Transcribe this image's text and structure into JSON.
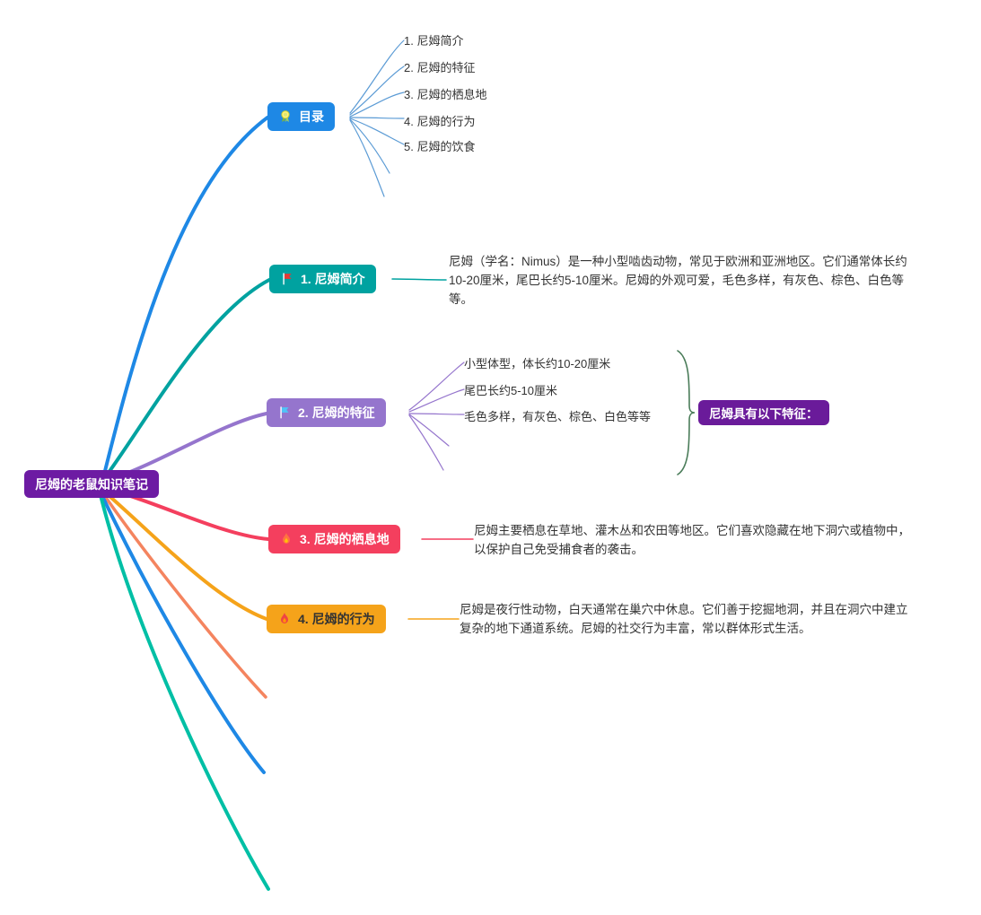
{
  "root": {
    "label": "尼姆的老鼠知识笔记"
  },
  "toc": {
    "label": "目录",
    "icon": "medal-icon",
    "items": [
      "1. 尼姆简介",
      "2. 尼姆的特征",
      "3. 尼姆的栖息地",
      "4. 尼姆的行为",
      "5. 尼姆的饮食"
    ]
  },
  "intro": {
    "label": "1. 尼姆简介",
    "icon": "red-flag-icon",
    "note": "尼姆（学名：Nimus）是一种小型啮齿动物，常见于欧洲和亚洲地区。它们通常体长约10-20厘米，尾巴长约5-10厘米。尼姆的外观可爱，毛色多样，有灰色、棕色、白色等等。"
  },
  "features": {
    "label": "2. 尼姆的特征",
    "icon": "blue-flag-icon",
    "items": [
      "小型体型，体长约10-20厘米",
      "尾巴长约5-10厘米",
      "毛色多样，有灰色、棕色、白色等等"
    ],
    "summary": "尼姆具有以下特征："
  },
  "habitat": {
    "label": "3. 尼姆的栖息地",
    "icon": "orange-flame-icon",
    "note": "尼姆主要栖息在草地、灌木丛和农田等地区。它们喜欢隐藏在地下洞穴或植物中，以保护自己免受捕食者的袭击。"
  },
  "behavior": {
    "label": "4. 尼姆的行为",
    "icon": "red-flame-icon",
    "note": "尼姆是夜行性动物，白天通常在巢穴中休息。它们善于挖掘地洞，并且在洞穴中建立复杂的地下通道系统。尼姆的社交行为丰富，常以群体形式生活。"
  },
  "colors": {
    "root_bg": "#6d1ba3",
    "toc": "#1E88E5",
    "toc_child_line": "#5B9BD5",
    "intro": "#00A2A0",
    "features": "#9575CD",
    "habitat": "#F43F5E",
    "behavior": "#F5A31A",
    "stub_coral": "#F4845F",
    "stub_blue": "#1E88E5",
    "stub_teal": "#00BFA5",
    "summary_bg": "#6A1B9A",
    "summary_bracket": "#4a7c59",
    "text": "#333333"
  }
}
